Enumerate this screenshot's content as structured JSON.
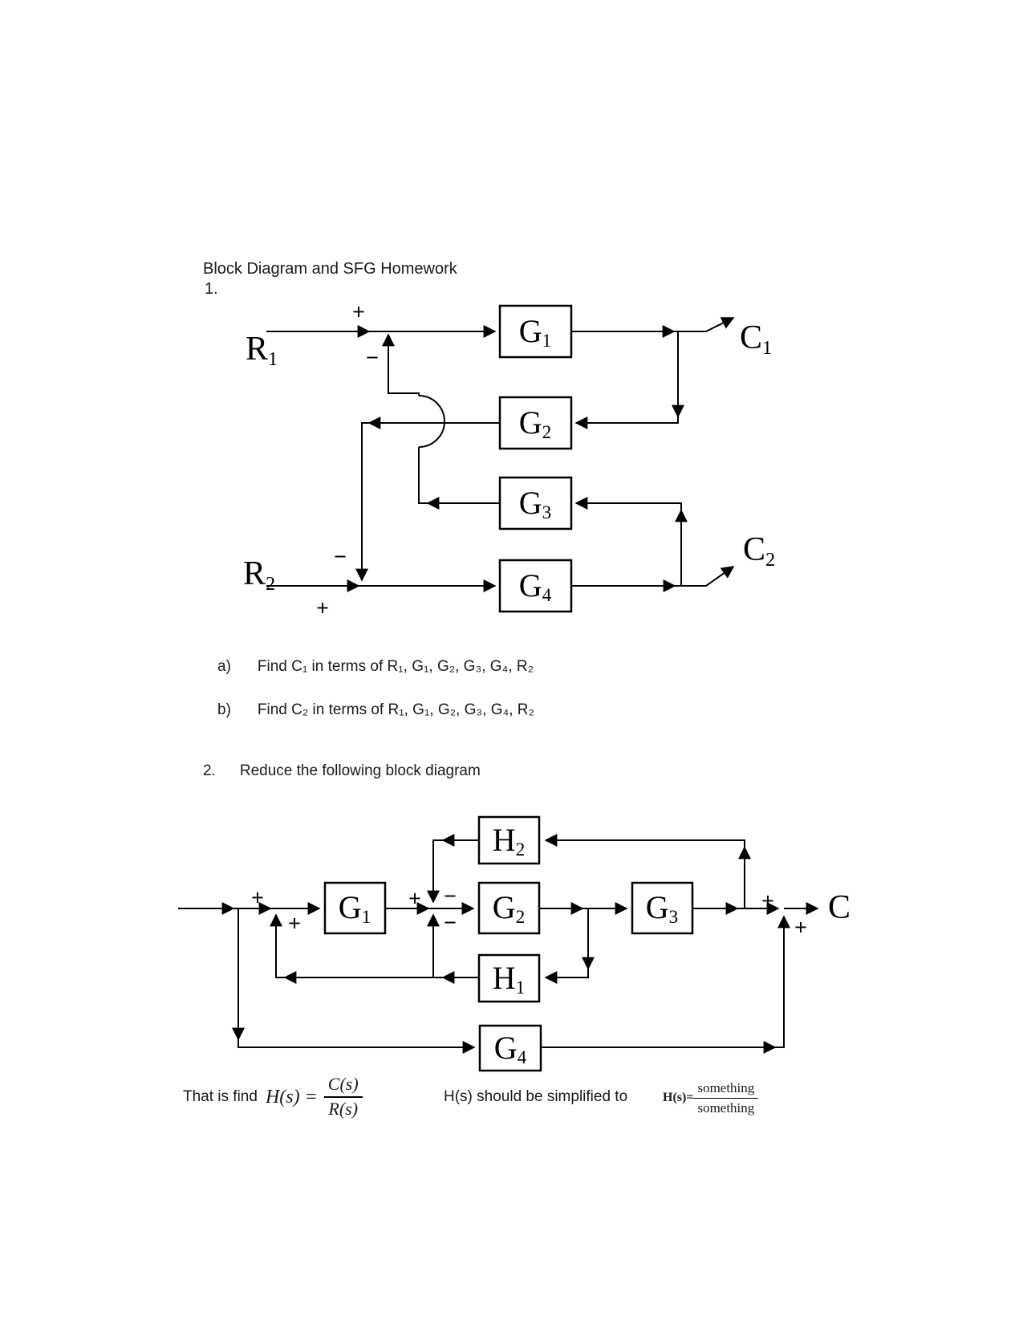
{
  "page": {
    "title": "Block Diagram and SFG Homework",
    "item1": "1.",
    "item2": "2.",
    "item2_text": "Reduce the following block diagram"
  },
  "diagram1": {
    "r1": {
      "base": "R",
      "sub": "1"
    },
    "r2": {
      "base": "R",
      "sub": "2"
    },
    "c1": {
      "base": "C",
      "sub": "1"
    },
    "c2": {
      "base": "C",
      "sub": "2"
    },
    "g1": {
      "base": "G",
      "sub": "1"
    },
    "g2": {
      "base": "G",
      "sub": "2"
    },
    "g3": {
      "base": "G",
      "sub": "3"
    },
    "g4": {
      "base": "G",
      "sub": "4"
    },
    "signs": {
      "sum1_plus": "+",
      "sum1_minus": "−",
      "sum2_minus": "−",
      "sum2_plus": "+"
    }
  },
  "questions": {
    "a_label": "a)",
    "a_text": "Find C₁ in terms of R₁, G₁, G₂, G₃, G₄, R₂",
    "b_label": "b)",
    "b_text": "Find C₂ in terms of R₁, G₁, G₂, G₃, G₄, R₂"
  },
  "diagram2": {
    "g1": {
      "base": "G",
      "sub": "1"
    },
    "g2": {
      "base": "G",
      "sub": "2"
    },
    "g3": {
      "base": "G",
      "sub": "3"
    },
    "g4": {
      "base": "G",
      "sub": "4"
    },
    "h1": {
      "base": "H",
      "sub": "1"
    },
    "h2": {
      "base": "H",
      "sub": "2"
    },
    "c": "C",
    "signs": {
      "s1_plus_top": "+",
      "s1_plus_bottom": "+",
      "s2_plus": "+",
      "s2_minus_top": "−",
      "s2_minus_bottom": "−",
      "s4_plus_top": "+",
      "s4_plus_bottom": "+"
    }
  },
  "footer": {
    "find_text": "That is find",
    "hs_left": "H(s) =",
    "frac_left": {
      "num": "C(s)",
      "den": "R(s)"
    },
    "middle_text": "H(s) should be simplified to",
    "hs_right": "H(s)=",
    "frac_right": {
      "num": "something",
      "den": "something"
    }
  },
  "colors": {
    "ink": "#000000",
    "text": "#1a1a1a",
    "background": "#ffffff"
  }
}
